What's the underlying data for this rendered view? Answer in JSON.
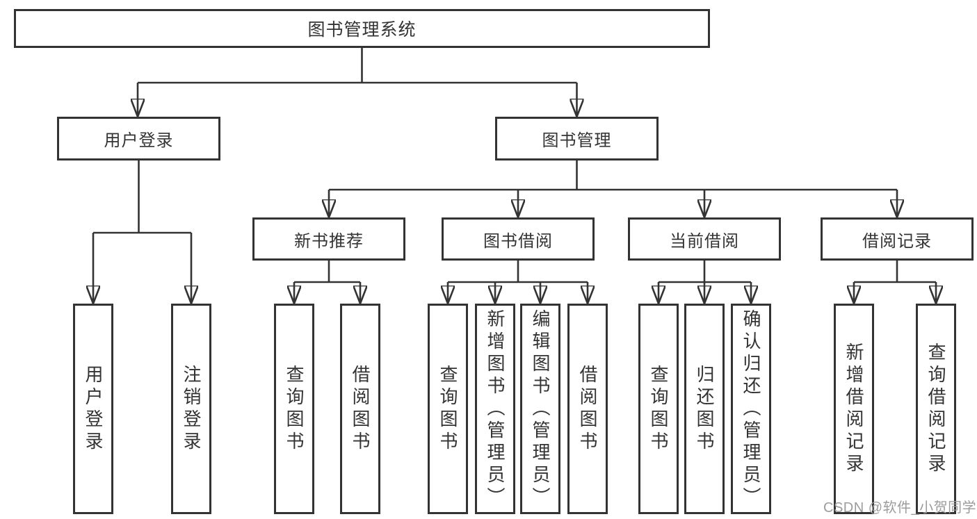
{
  "diagram": {
    "tree": {
      "label": "图书管理系统",
      "children": [
        {
          "label": "用户登录",
          "children": [
            {
              "label": "用户登录"
            },
            {
              "label": "注销登录"
            }
          ]
        },
        {
          "label": "图书管理",
          "children": [
            {
              "label": "新书推荐",
              "children": [
                {
                  "label": "查询图书"
                },
                {
                  "label": "借阅图书"
                }
              ]
            },
            {
              "label": "图书借阅",
              "children": [
                {
                  "label": "查询图书"
                },
                {
                  "label": "新增图书（管理员）"
                },
                {
                  "label": "编辑图书（管理员）"
                },
                {
                  "label": "借阅图书"
                }
              ]
            },
            {
              "label": "当前借阅",
              "children": [
                {
                  "label": "查询图书"
                },
                {
                  "label": "归还图书"
                },
                {
                  "label": "确认归还（管理员）"
                }
              ]
            },
            {
              "label": "借阅记录",
              "children": [
                {
                  "label": "新增借阅记录"
                },
                {
                  "label": "查询借阅记录"
                }
              ]
            }
          ]
        }
      ]
    }
  },
  "watermark": {
    "text": "CSDN @软件_小贺同学"
  },
  "colors": {
    "line": "#333333",
    "box_border": "#333333",
    "text": "#333333",
    "watermark": "#9c9c9c",
    "background": "#ffffff"
  }
}
